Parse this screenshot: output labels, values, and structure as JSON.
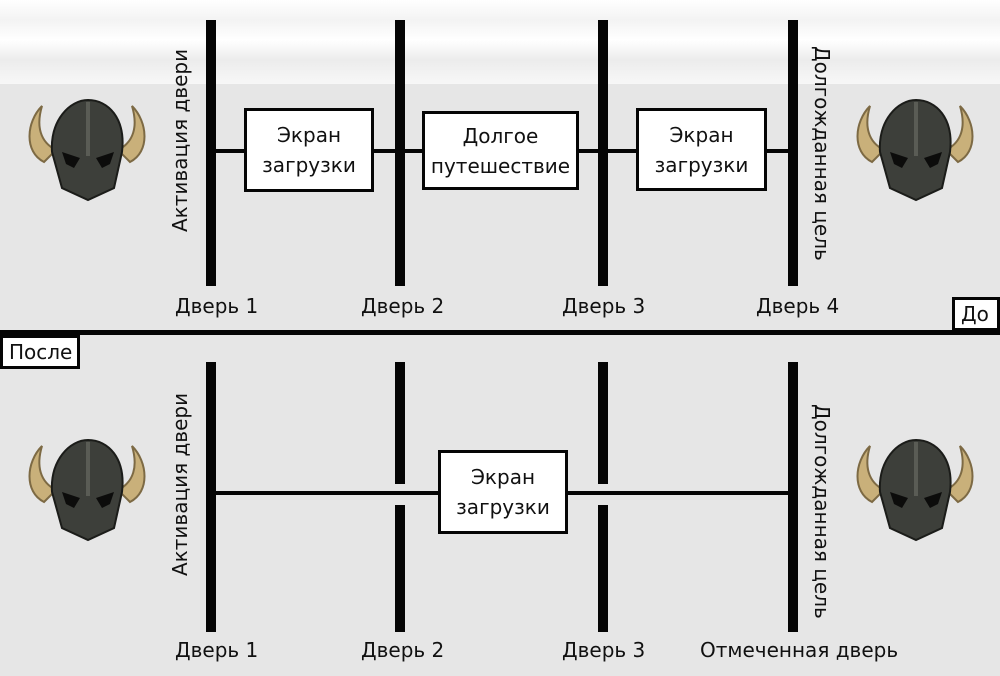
{
  "top": {
    "tag": "До",
    "left_label": "Активация двери",
    "right_label": "Долгожданная цель",
    "boxes": [
      "Экран\nзагрузки",
      "Долгое\nпутешествие",
      "Экран\nзагрузки"
    ],
    "doors": [
      "Дверь 1",
      "Дверь 2",
      "Дверь 3",
      "Дверь 4"
    ]
  },
  "bottom": {
    "tag": "После",
    "left_label": "Активация двери",
    "right_label": "Долгожданная цель",
    "box": "Экран\nзагрузки",
    "doors": [
      "Дверь 1",
      "Дверь 2",
      "Дверь 3",
      "Отмеченная дверь"
    ]
  },
  "icons": {
    "helmet": "horned-helmet-icon",
    "colors": {
      "helmet_dark": "#3d3f3a",
      "horn": "#c9b07a"
    }
  }
}
